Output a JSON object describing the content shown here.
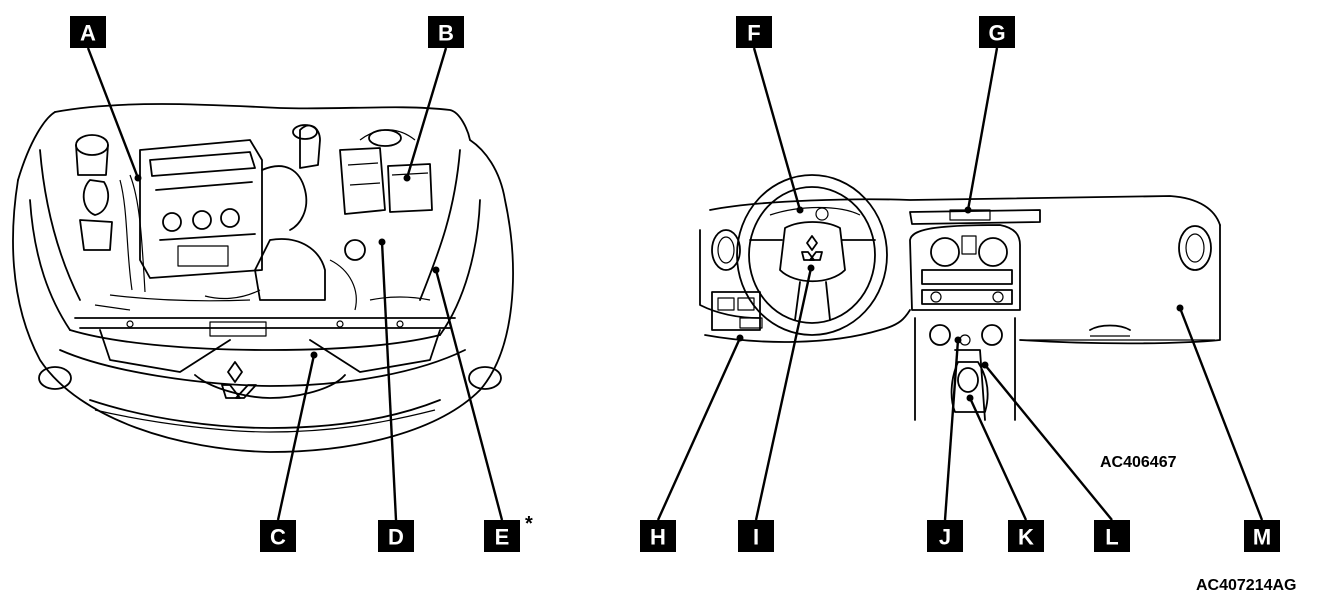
{
  "labels": {
    "A": "A",
    "B": "B",
    "C": "C",
    "D": "D",
    "E": "E",
    "F": "F",
    "G": "G",
    "H": "H",
    "I": "I",
    "J": "J",
    "K": "K",
    "L": "L",
    "M": "M"
  },
  "e_marker": "*",
  "codes": {
    "interior": "AC406467",
    "figure": "AC407214AG"
  }
}
